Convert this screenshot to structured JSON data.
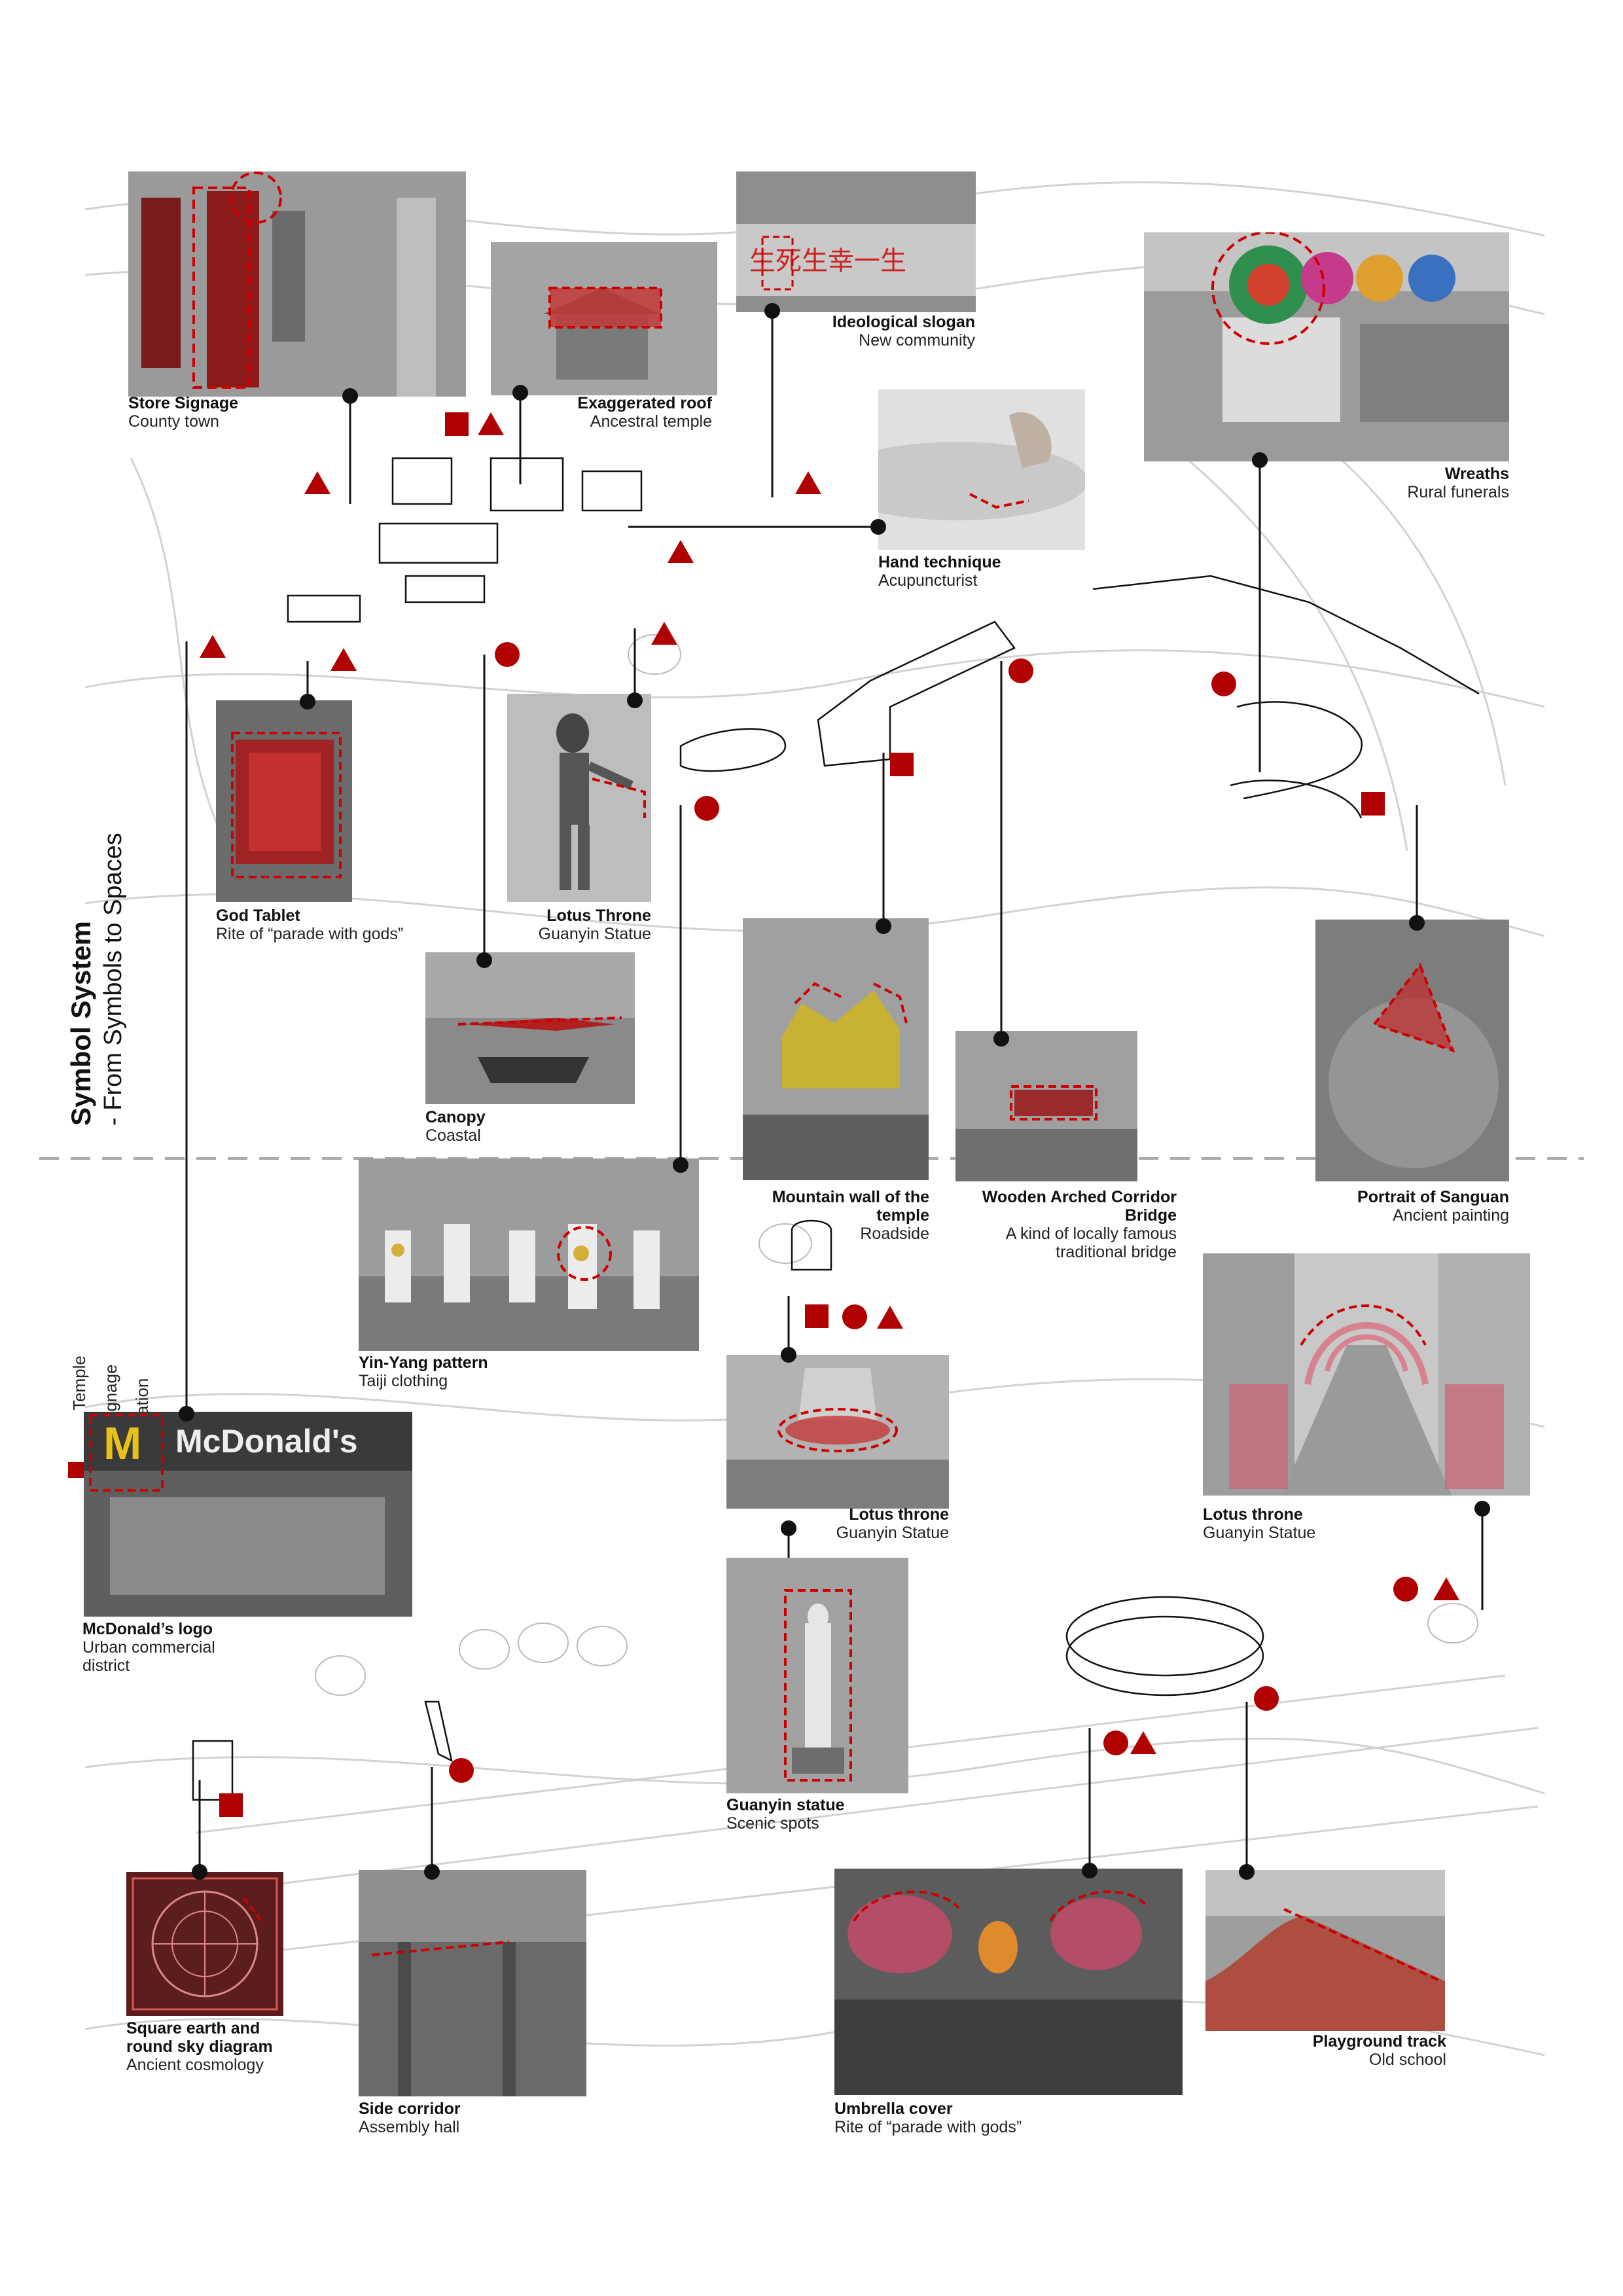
{
  "title": {
    "main": "Symbol System",
    "sub": "- From Symbols to Spaces"
  },
  "legend": {
    "temple": "Temple",
    "signage": "Signage",
    "installation": "Installation"
  },
  "colors": {
    "accent": "#b00000",
    "line": "#111111",
    "sketch": "#c9c9c9"
  },
  "icons": {
    "temple": "square-icon",
    "signage": "triangle-icon",
    "installation": "circle-icon"
  },
  "items": [
    {
      "id": "store-signage",
      "title": "Store Signage",
      "subtitle": "County town"
    },
    {
      "id": "exaggerated-roof",
      "title": "Exaggerated roof",
      "subtitle": "Ancestral temple"
    },
    {
      "id": "ideological-slogan",
      "title": "Ideological slogan",
      "subtitle": "New community"
    },
    {
      "id": "hand-technique",
      "title": "Hand technique",
      "subtitle": "Acupuncturist"
    },
    {
      "id": "wreaths",
      "title": "Wreaths",
      "subtitle": "Rural funerals"
    },
    {
      "id": "god-tablet",
      "title": "God Tablet",
      "subtitle": "Rite of “parade with gods”"
    },
    {
      "id": "lotus-throne-1",
      "title": "Lotus Throne",
      "subtitle": "Guanyin Statue"
    },
    {
      "id": "canopy",
      "title": "Canopy",
      "subtitle": "Coastal"
    },
    {
      "id": "mountain-wall",
      "title": "Mountain wall of the temple",
      "subtitle": "Roadside"
    },
    {
      "id": "wooden-bridge",
      "title": "Wooden Arched Corridor Bridge",
      "subtitle": "A kind of locally famous traditional bridge"
    },
    {
      "id": "sanguan",
      "title": "Portrait of Sanguan",
      "subtitle": "Ancient painting"
    },
    {
      "id": "yin-yang",
      "title": "Yin-Yang pattern",
      "subtitle": "Taiji clothing"
    },
    {
      "id": "lotus-throne-2",
      "title": "Lotus throne",
      "subtitle": "Guanyin Statue"
    },
    {
      "id": "lotus-throne-3",
      "title": "Lotus throne",
      "subtitle": "Guanyin Statue"
    },
    {
      "id": "mcdonalds",
      "title": "McDonald’s logo",
      "subtitle": "Urban commercial district"
    },
    {
      "id": "guanyin-statue",
      "title": "Guanyin statue",
      "subtitle": "Scenic spots"
    },
    {
      "id": "square-earth",
      "title": "Square earth and round sky diagram",
      "subtitle": "Ancient cosmology"
    },
    {
      "id": "side-corridor",
      "title": "Side corridor",
      "subtitle": "Assembly hall"
    },
    {
      "id": "umbrella-cover",
      "title": "Umbrella cover",
      "subtitle": "Rite of “parade with gods”"
    },
    {
      "id": "playground-track",
      "title": "Playground track",
      "subtitle": "Old school"
    }
  ],
  "photo_text": {
    "mcdonalds_sign": "McDonald's",
    "slogan": "生死生幸一生"
  }
}
